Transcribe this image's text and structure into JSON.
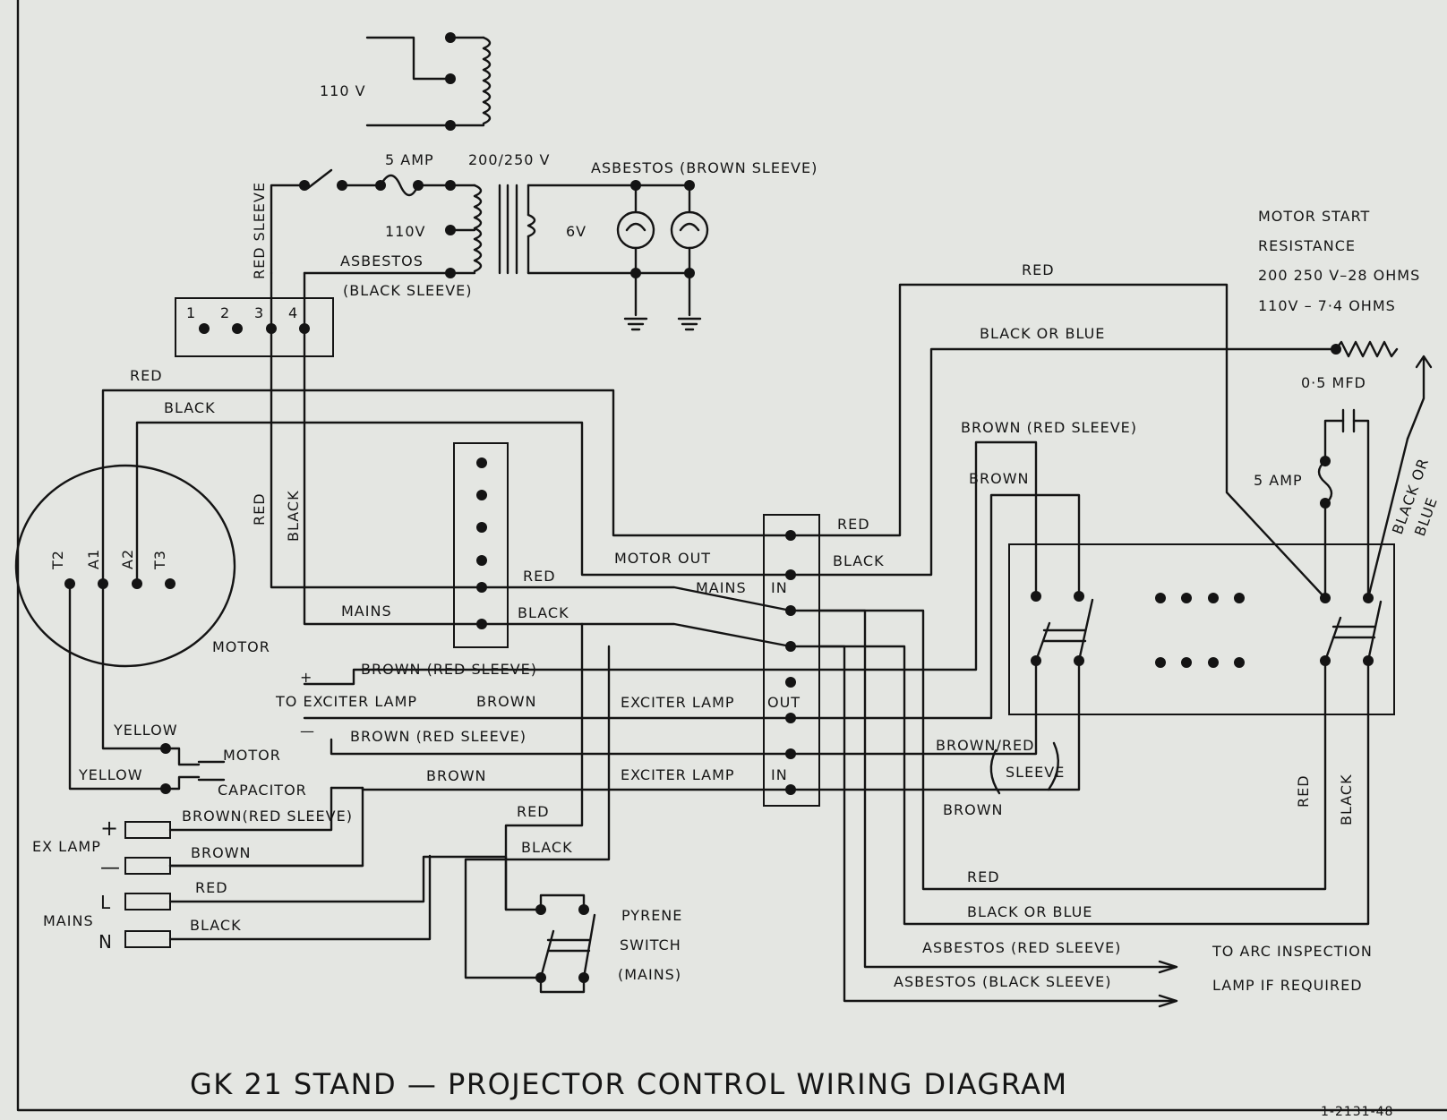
{
  "title": "GK 21  STAND — PROJECTOR CONTROL WIRING DIAGRAM",
  "drawing_number": "1-2131-48",
  "transformer": {
    "v110_top": "110 V",
    "fuse": "5 AMP",
    "v200_250": "200/250 V",
    "v110": "110V",
    "v6": "6V",
    "asbestos_brown": "ASBESTOS  (BROWN SLEEVE)",
    "asbestos": "ASBESTOS",
    "black_sleeve": "(BLACK SLEEVE)",
    "red_sleeve": "RED SLEEVE"
  },
  "terminal_strip": [
    "1",
    "2",
    "3",
    "4"
  ],
  "motor": {
    "label": "MOTOR",
    "terminals": [
      "T2",
      "A1",
      "A2",
      "T3"
    ],
    "capacitor_1": "MOTOR",
    "capacitor_2": "CAPACITOR",
    "yellow": "YELLOW"
  },
  "wires": {
    "red": "RED",
    "black": "BLACK",
    "brown": "BROWN",
    "mains": "MAINS",
    "brown_red_sleeve": "BROWN  (RED SLEEVE)",
    "brown_red_sleeve_b": "BROWN (RED SLEEVE)",
    "brown_red_sleeve_c": "BROWN(RED SLEEVE)",
    "brown_red": "BROWN/RED",
    "sleeve": "SLEEVE",
    "black_or_blue": "BLACK  OR  BLUE",
    "black_or": "BLACK OR",
    "blue": "BLUE",
    "to_exciter_lamp": "TO EXCITER  LAMP",
    "plus": "+",
    "minus": "—"
  },
  "control_block": {
    "motor_out": "MOTOR  OUT",
    "mains_in_1": "MAINS",
    "mains_in_2": "IN",
    "exciter_lamp": "EXCITER  LAMP",
    "out": "OUT",
    "in": "IN"
  },
  "resistance": {
    "line1": "MOTOR  START",
    "line2": "RESISTANCE",
    "line3": "200  250 V–28 OHMS",
    "line4": "110V  –  7·4  OHMS",
    "capacitor": "0·5 MFD",
    "fuse": "5 AMP"
  },
  "inputs": {
    "ex_lamp": "EX LAMP",
    "mains": "MAINS",
    "plus": "+",
    "minus": "—",
    "l": "L",
    "n": "N"
  },
  "pyrene": [
    "PYRENE",
    "SWITCH",
    "(MAINS)"
  ],
  "arc": {
    "asbestos_red": "ASBESTOS  (RED  SLEEVE)",
    "asbestos_black": "ASBESTOS  (BLACK  SLEEVE)",
    "line1": "TO ARC  INSPECTION",
    "line2": "LAMP  IF  REQUIRED"
  }
}
